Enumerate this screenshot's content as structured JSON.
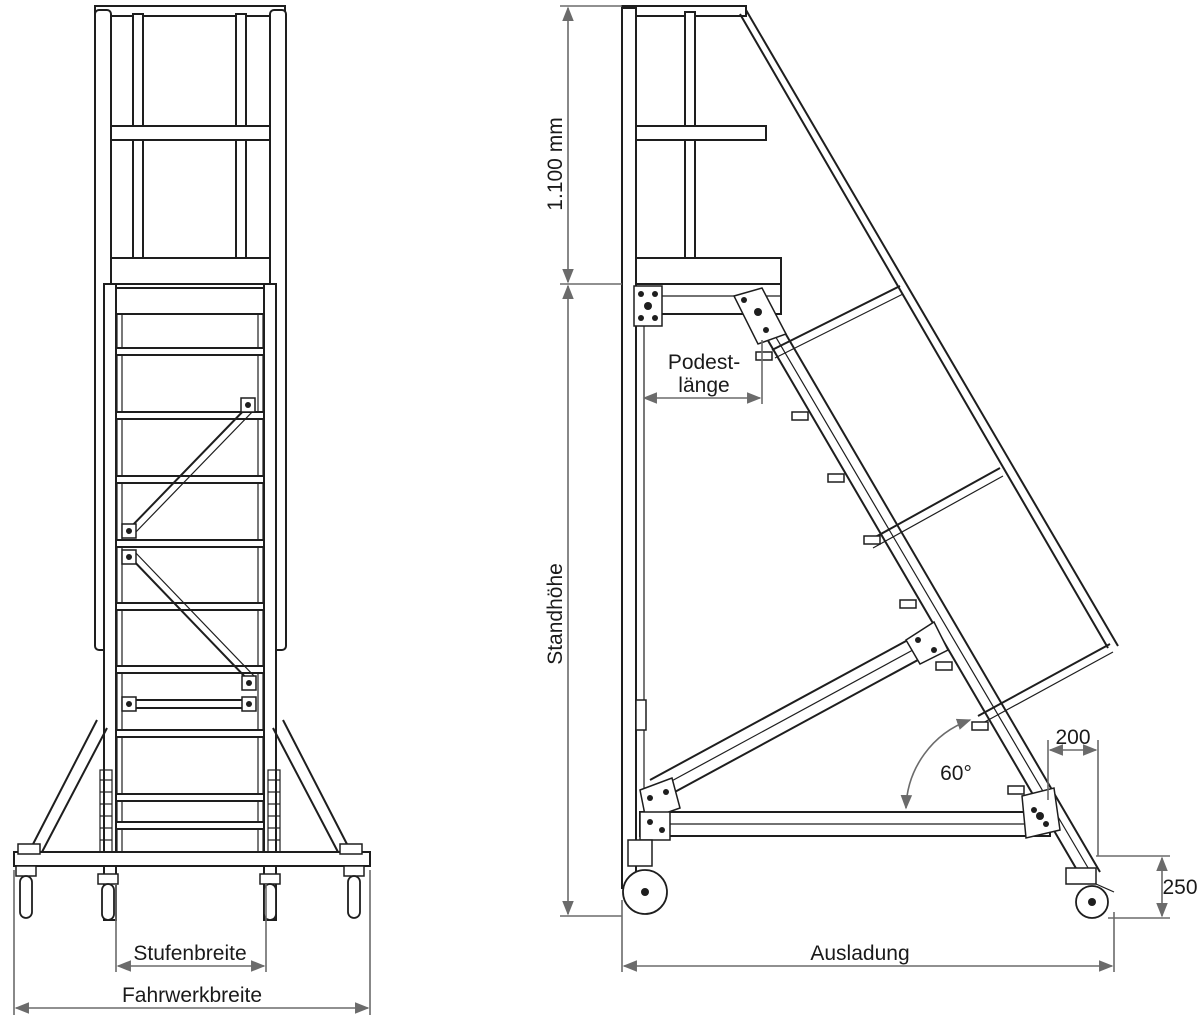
{
  "labels": {
    "guardrail_height": "1.100 mm",
    "platform_length_line1": "Podest-",
    "platform_length_line2": "länge",
    "standing_height": "Standhöhe",
    "angle": "60°",
    "step_depth": "200",
    "rear_height": "250",
    "reach": "Ausladung",
    "step_width": "Stufenbreite",
    "chassis_width": "Fahrwerkbreite"
  },
  "colors": {
    "line": "#1e1e1e",
    "dimension": "#6b6b6b",
    "background": "#ffffff"
  }
}
